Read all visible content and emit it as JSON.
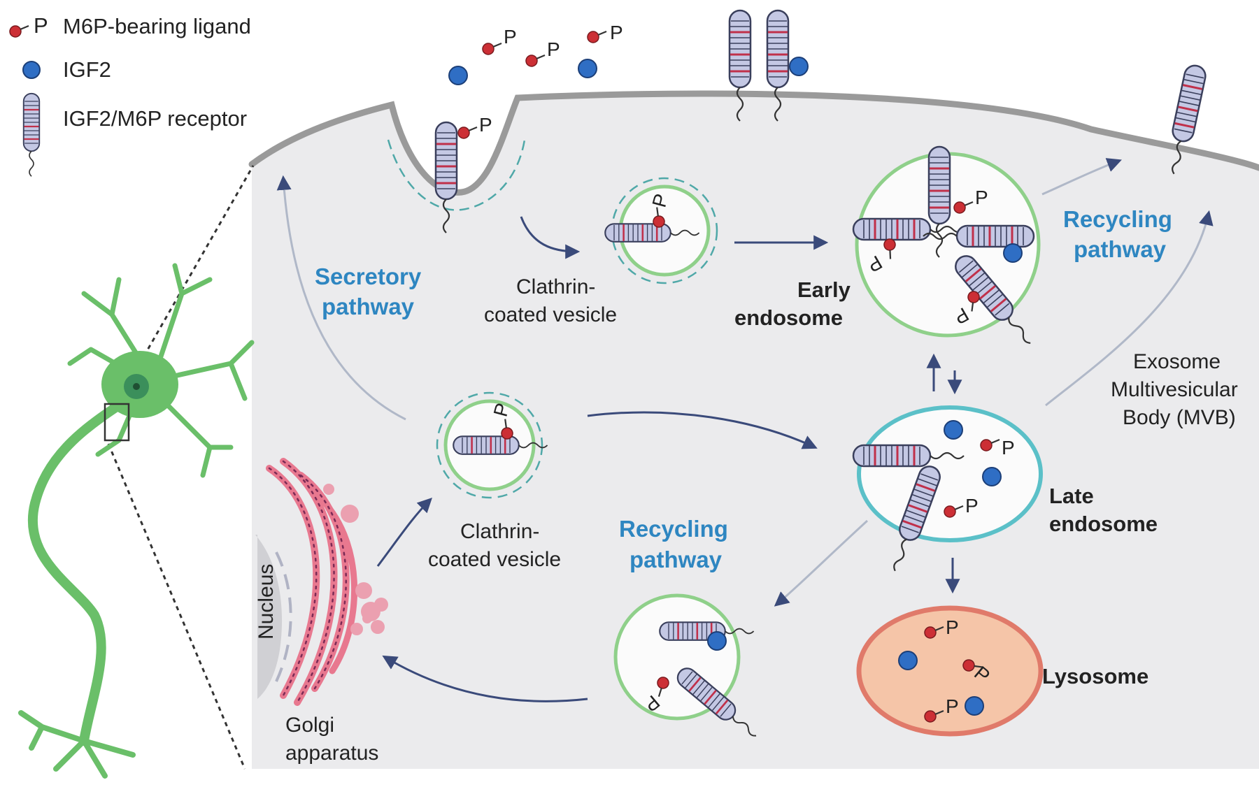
{
  "legend": {
    "ligand_label": "M6P-bearing ligand",
    "igf2_label": "IGF2",
    "receptor_label": "IGF2/M6P receptor"
  },
  "labels": {
    "phosphate": "P",
    "secretory_pathway_1": "Secretory",
    "secretory_pathway_2": "pathway",
    "ccv_top_1": "Clathrin-",
    "ccv_top_2": "coated vesicle",
    "early_endosome_1": "Early",
    "early_endosome_2": "endosome",
    "recycling_top_1": "Recycling",
    "recycling_top_2": "pathway",
    "exosome_1": "Exosome",
    "exosome_2": "Multivesicular",
    "exosome_3": "Body (MVB)",
    "ccv_mid_1": "Clathrin-",
    "ccv_mid_2": "coated vesicle",
    "late_endosome_1": "Late",
    "late_endosome_2": "endosome",
    "recycling_bottom_1": "Recycling",
    "recycling_bottom_2": "pathway",
    "lysosome": "Lysosome",
    "nucleus": "Nucleus",
    "golgi_1": "Golgi",
    "golgi_2": "apparatus"
  },
  "colors": {
    "cytoplasm": "#ebebed",
    "membrane": "#9a9a9a",
    "receptor_fill": "#c4c8e4",
    "receptor_stripe": "#c0304a",
    "ligand": "#cc2f35",
    "igf2": "#2f6ec4",
    "endosome_green": "#8fd08a",
    "late_endosome_cyan": "#5bc0c8",
    "lysosome_fill": "#f5c5a8",
    "lysosome_edge": "#e07a6a",
    "golgi": "#e8788f",
    "neuron": "#6abf69",
    "pathway_blue": "#2e86c1",
    "arrow": "#3a4a7a"
  }
}
